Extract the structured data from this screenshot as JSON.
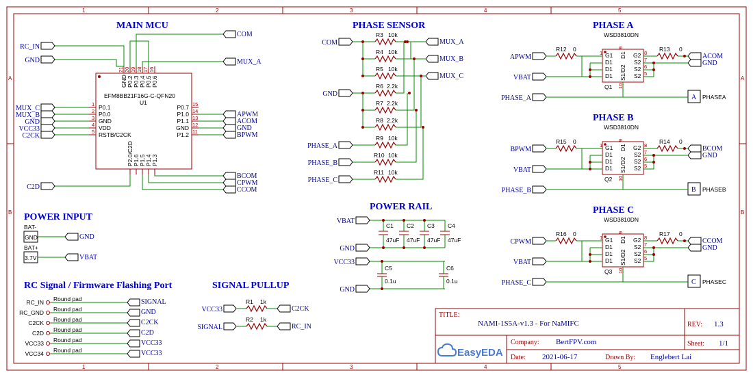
{
  "frame": {
    "columns": [
      "1",
      "2",
      "3",
      "4",
      "5"
    ],
    "rows": [
      "A",
      "B"
    ]
  },
  "sections": {
    "main_mcu": "MAIN MCU",
    "phase_sensor": "PHASE SENSOR",
    "phase_a": "PHASE A",
    "phase_b": "PHASE B",
    "phase_c": "PHASE C",
    "power_rail": "POWER RAIL",
    "power_input": "POWER INPUT",
    "rc_signal": "RC Signal / Firmware Flashing Port",
    "signal_pullup": "SIGNAL PULLUP"
  },
  "mcu": {
    "part": "EFM8BB21F16G-C-QFN20",
    "ref": "U1",
    "left_pins": [
      {
        "num": "1",
        "name": "P0.1"
      },
      {
        "num": "2",
        "name": "P0.0"
      },
      {
        "num": "3",
        "name": "GND"
      },
      {
        "num": "4",
        "name": "VDD"
      },
      {
        "num": "5",
        "name": "RSTB/C2CK"
      }
    ],
    "right_pins": [
      {
        "num": "15",
        "name": "P0.7"
      },
      {
        "num": "14",
        "name": "P1.0"
      },
      {
        "num": "13",
        "name": "P1.1"
      },
      {
        "num": "12",
        "name": "GND"
      },
      {
        "num": "11",
        "name": "P1.2"
      }
    ],
    "top_pins": [
      {
        "num": "21",
        "name": "GND"
      },
      {
        "num": "20",
        "name": "P0.2"
      },
      {
        "num": "19",
        "name": "P0.3"
      },
      {
        "num": "18",
        "name": "P0.4"
      },
      {
        "num": "17",
        "name": "P0.5"
      },
      {
        "num": "16",
        "name": "P0.6"
      }
    ],
    "bottom_pins": [
      {
        "num": "6",
        "name": "P2.0/C2D"
      },
      {
        "num": "7",
        "name": "P1.6"
      },
      {
        "num": "8",
        "name": "P1.5"
      },
      {
        "num": "9",
        "name": "P1.4"
      },
      {
        "num": "10",
        "name": "P1.3"
      }
    ],
    "nets_left_top": [
      "RC_IN",
      "GND"
    ],
    "nets_left": [
      "MUX_C",
      "MUX_B",
      "GND",
      "VCC33",
      "C2CK"
    ],
    "nets_right": [
      "APWM",
      "ACOM",
      "GND",
      "BPWM"
    ],
    "nets_top_right": [
      "COM",
      "MUX_A"
    ],
    "nets_bottom_right": [
      "BCOM",
      "CPWM",
      "CCOM"
    ],
    "net_bottom_left": "C2D"
  },
  "phase_sensor": {
    "com_net": "COM",
    "gnd_net": "GND",
    "mux_nets": [
      "MUX_A",
      "MUX_B",
      "MUX_C"
    ],
    "phase_nets": [
      "PHASE_A",
      "PHASE_B",
      "PHASE_C"
    ],
    "resistors": [
      {
        "ref": "R3",
        "val": "10k"
      },
      {
        "ref": "R4",
        "val": "10k"
      },
      {
        "ref": "R5",
        "val": "10k"
      },
      {
        "ref": "R6",
        "val": "2.2k"
      },
      {
        "ref": "R7",
        "val": "2.2k"
      },
      {
        "ref": "R8",
        "val": "2.2k"
      },
      {
        "ref": "R9",
        "val": "10k"
      },
      {
        "ref": "R10",
        "val": "10k"
      },
      {
        "ref": "R11",
        "val": "10k"
      }
    ]
  },
  "phases": [
    {
      "pwm": "APWM",
      "gate_r": "R12",
      "gate_v": "0",
      "src_r": "R13",
      "src_v": "0",
      "com": "ACOM",
      "gnd": "GND",
      "vbat": "VBAT",
      "ref": "Q1",
      "phase_net": "PHASE_A",
      "port": "A",
      "port_net": "PHASEA"
    },
    {
      "pwm": "BPWM",
      "gate_r": "R15",
      "gate_v": "0",
      "src_r": "R14",
      "src_v": "0",
      "com": "BCOM",
      "gnd": "GND",
      "vbat": "VBAT",
      "ref": "Q2",
      "phase_net": "PHASE_B",
      "port": "B",
      "port_net": "PHASEB"
    },
    {
      "pwm": "CPWM",
      "gate_r": "R16",
      "gate_v": "0",
      "src_r": "R17",
      "src_v": "0",
      "com": "CCOM",
      "gnd": "GND",
      "vbat": "VBAT",
      "ref": "Q3",
      "phase_net": "PHASE_C",
      "port": "C",
      "port_net": "PHASEC"
    }
  ],
  "mosfet": {
    "part": "WSD3810DN",
    "left_pins": [
      {
        "num": "1",
        "name": "G1"
      },
      {
        "num": "2",
        "name": "D1"
      },
      {
        "num": "3",
        "name": "D1"
      },
      {
        "num": "4",
        "name": "D1"
      }
    ],
    "right_pins": [
      {
        "num": "8",
        "name": "G2"
      },
      {
        "num": "7",
        "name": "S2"
      },
      {
        "num": "6",
        "name": "S2"
      },
      {
        "num": "5",
        "name": "S2"
      }
    ],
    "vertical": [
      "S1/D2",
      "D1"
    ],
    "top_num": "9",
    "bottom_num": "10"
  },
  "power_rail": {
    "vbat": "VBAT",
    "gnd": "GND",
    "vcc33": "VCC33",
    "gnd2": "GND",
    "caps_top": [
      {
        "ref": "C1",
        "val": "47uF"
      },
      {
        "ref": "C2",
        "val": "47uF"
      },
      {
        "ref": "C3",
        "val": "47uF"
      },
      {
        "ref": "C4",
        "val": "47uF"
      }
    ],
    "caps_bottom": [
      {
        "ref": "C5",
        "val": "0.1u"
      },
      {
        "ref": "C6",
        "val": "0.1u"
      }
    ]
  },
  "power_input": {
    "pads": [
      {
        "label": "BAT-",
        "value": "GND",
        "net": "GND"
      },
      {
        "label": "BAT+",
        "value": "3.7V",
        "net": "VBAT"
      }
    ]
  },
  "rc_port": {
    "pad_type": "Round pad",
    "pads": [
      {
        "pad": "RC_IN",
        "net": "SIGNAL"
      },
      {
        "pad": "RC_GND",
        "net": "GND"
      },
      {
        "pad": "C2CK",
        "net": "C2CK"
      },
      {
        "pad": "C2D",
        "net": "C2D"
      },
      {
        "pad": "VCC33",
        "net": "VCC33"
      },
      {
        "pad": "VCC34",
        "net": "VCC33"
      }
    ]
  },
  "pullup": {
    "rows": [
      {
        "in": "VCC33",
        "ref": "R1",
        "val": "1k",
        "out": "C2CK"
      },
      {
        "in": "SIGNAL",
        "ref": "R2",
        "val": "1k",
        "out": "RC_IN"
      }
    ]
  },
  "title_block": {
    "title_label": "TITLE:",
    "title": "NAMI-1S5A-v1.3 - For NaMIFC",
    "rev_label": "REV:",
    "rev": "1.3",
    "company_label": "Company:",
    "company": "BertFPV.com",
    "sheet_label": "Sheet:",
    "sheet": "1/1",
    "date_label": "Date:",
    "date": "2021-06-17",
    "drawn_label": "Drawn By:",
    "drawn": "Englebert Lai",
    "logo": "EasyEDA",
    "colors": {
      "frame": "#990000",
      "wire": "#008800",
      "text": "#000099",
      "title": "#0000cc"
    }
  }
}
